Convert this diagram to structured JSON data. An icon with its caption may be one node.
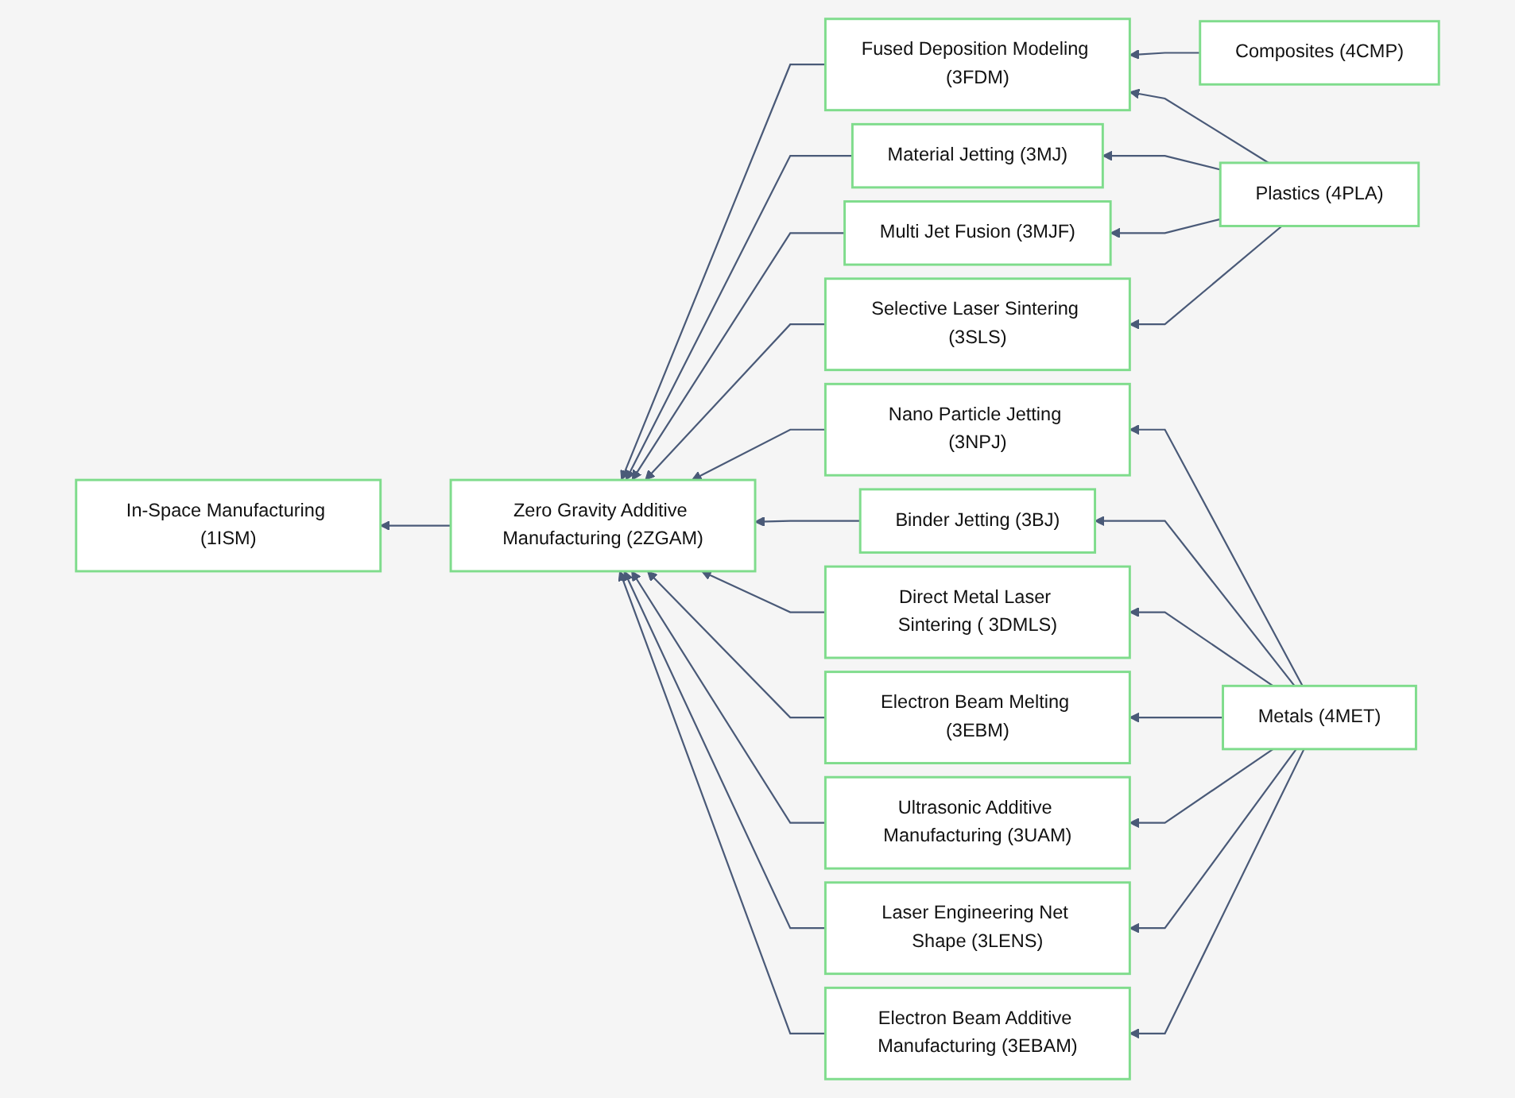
{
  "diagram": {
    "nodes": [
      {
        "text": [
          "In-Space Manufacturing (1ISM)"
        ]
      },
      {
        "text": [
          "Zero Gravity Additive Manufacturing (2ZGAM)"
        ]
      },
      {
        "text": [
          "Fused Deposition Modeling (3FDM)"
        ]
      },
      {
        "text": [
          "Material Jetting (3MJ)"
        ]
      },
      {
        "text": [
          "Nano Particle Jetting (3NPJ)"
        ]
      },
      {
        "text": [
          "Binder Jetting (3BJ)"
        ]
      },
      {
        "text": [
          "Multi Jet Fusion (3MJF)"
        ]
      },
      {
        "text": [
          "Selective Laser Sintering (3SLS)"
        ]
      },
      {
        "text": [
          "Direct Metal Laser Sintering ( 3DMLS)"
        ]
      },
      {
        "text": [
          "Electron Beam Melting (3EBM)"
        ]
      },
      {
        "text": [
          "Ultrasonic Additive Manufacturing (3UAM)"
        ]
      },
      {
        "text": [
          "Laser Engineering Net Shape (3LENS)"
        ]
      },
      {
        "text": [
          "Electron Beam Additive Manufacturing (3EBAM)"
        ]
      },
      {
        "text": [
          "Composites (4CMP)"
        ]
      },
      {
        "text": [
          "Plastics (4PLA)"
        ]
      },
      {
        "text": [
          "Metals (4MET)"
        ]
      }
    ],
    "edges": [
      {
        "from": 1,
        "to": 0,
        "arrow": "to"
      },
      {
        "from": 2,
        "to": 1,
        "arrow": "to"
      },
      {
        "from": 3,
        "to": 1,
        "arrow": "to"
      },
      {
        "from": 4,
        "to": 1,
        "arrow": "to"
      },
      {
        "from": 5,
        "to": 1,
        "arrow": "to"
      },
      {
        "from": 6,
        "to": 1,
        "arrow": "to"
      },
      {
        "from": 7,
        "to": 1,
        "arrow": "to"
      },
      {
        "from": 8,
        "to": 1,
        "arrow": "to"
      },
      {
        "from": 9,
        "to": 1,
        "arrow": "to"
      },
      {
        "from": 10,
        "to": 1,
        "arrow": "to"
      },
      {
        "from": 11,
        "to": 1,
        "arrow": "to"
      },
      {
        "from": 12,
        "to": 1,
        "arrow": "to"
      },
      {
        "from": 13,
        "to": 2,
        "arrow": "to"
      },
      {
        "from": 14,
        "to": 2,
        "arrow": "to"
      },
      {
        "from": 14,
        "to": 3,
        "arrow": "to"
      },
      {
        "from": 14,
        "to": 6,
        "arrow": "to"
      },
      {
        "from": 14,
        "to": 7,
        "arrow": "to"
      },
      {
        "from": 15,
        "to": 4,
        "arrow": "to"
      },
      {
        "from": 15,
        "to": 5,
        "arrow": "to"
      },
      {
        "from": 15,
        "to": 8,
        "arrow": "to"
      },
      {
        "from": 15,
        "to": 9,
        "arrow": "to"
      },
      {
        "from": 15,
        "to": 10,
        "arrow": "to"
      },
      {
        "from": 15,
        "to": 11,
        "arrow": "to"
      },
      {
        "from": 15,
        "to": 12,
        "arrow": "to"
      }
    ]
  }
}
